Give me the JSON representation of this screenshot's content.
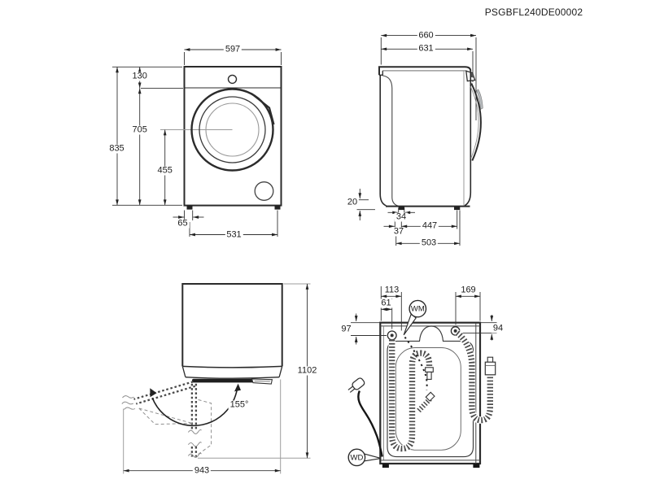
{
  "title": "PSGBFL240DE00002",
  "front": {
    "width": "597",
    "total_height": "835",
    "top_panel": "130",
    "body_height": "705",
    "door_center": "455",
    "foot_inset": "65",
    "feet_span": "531"
  },
  "side": {
    "depth_total": "660",
    "depth_body": "631",
    "foot_height": "20",
    "foot_width": "34",
    "feet_span": "447",
    "front_inset": "37",
    "feet_total": "503"
  },
  "swing": {
    "open_depth": "1102",
    "open_width": "943",
    "door_angle": "155°"
  },
  "back": {
    "drain_offset_x": "113",
    "cord_offset_x": "61",
    "inlet_offset_x": "169",
    "drain_offset_y": "97",
    "inlet_offset_y": "94",
    "wm_label": "WM",
    "wd_label": "WD"
  }
}
